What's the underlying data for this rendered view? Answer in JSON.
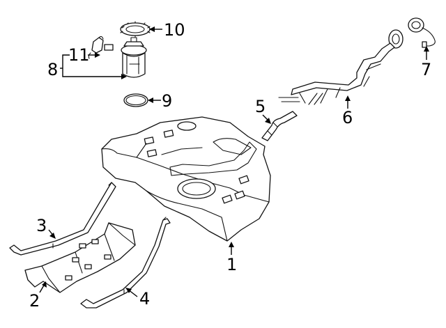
{
  "diagram": {
    "title": "Fuel tank assembly exploded view",
    "callouts": [
      {
        "id": "1",
        "label": "1"
      },
      {
        "id": "2",
        "label": "2"
      },
      {
        "id": "3",
        "label": "3"
      },
      {
        "id": "4",
        "label": "4"
      },
      {
        "id": "5",
        "label": "5"
      },
      {
        "id": "6",
        "label": "6"
      },
      {
        "id": "7",
        "label": "7"
      },
      {
        "id": "8",
        "label": "8"
      },
      {
        "id": "9",
        "label": "9"
      },
      {
        "id": "10",
        "label": "10"
      },
      {
        "id": "11",
        "label": "11"
      }
    ]
  }
}
